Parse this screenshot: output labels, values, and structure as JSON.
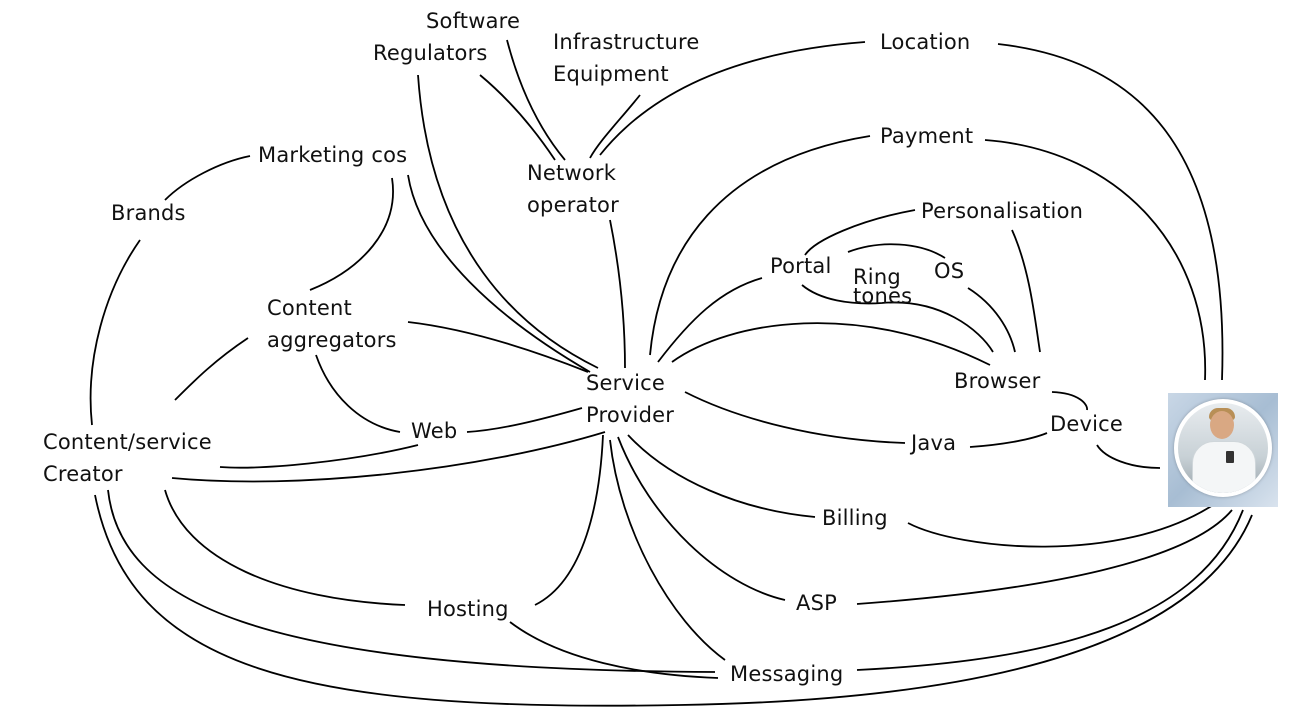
{
  "nodes": {
    "software": "Software",
    "regulators": "Regulators",
    "infrastructure": "Infrastructure\nEquipment",
    "location": "Location",
    "marketing": "Marketing cos",
    "brands": "Brands",
    "network_operator": "Network\noperator",
    "payment": "Payment",
    "personalisation": "Personalisation",
    "portal": "Portal",
    "ring_tones": "Ring\ntones",
    "os": "OS",
    "content_aggregators": "Content\naggregators",
    "service_provider": "Service\nProvider",
    "browser": "Browser",
    "device": "Device",
    "web": "Web",
    "content_creator": "Content/service\nCreator",
    "java": "Java",
    "billing": "Billing",
    "hosting": "Hosting",
    "asp": "ASP",
    "messaging": "Messaging"
  },
  "image": {
    "subject": "person-using-mobile-phone"
  },
  "colors": {
    "line": "#000000",
    "text": "#111111",
    "background": "#ffffff"
  }
}
